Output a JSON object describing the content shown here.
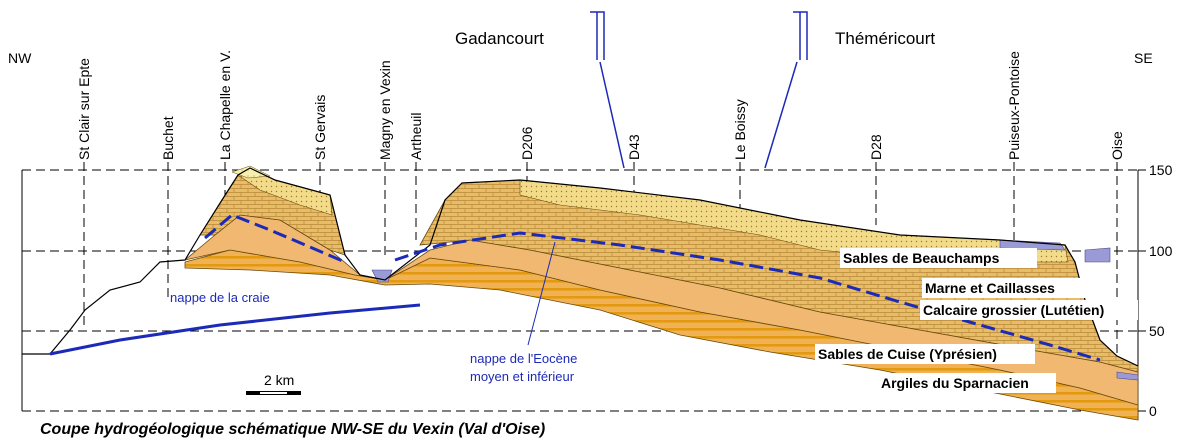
{
  "compass": {
    "nw": "NW",
    "se": "SE"
  },
  "top_labels": {
    "gadancourt": "Gadancourt",
    "themericourt": "Théméricourt"
  },
  "localities": [
    "St Clair sur Epte",
    "Buchet",
    "La Chapelle en V.",
    "St Gervais",
    "Magny en Vexin",
    "Artheuil",
    "D206",
    "D43",
    "Le Boissy",
    "D28",
    "Puiseux-Pontoise",
    "Oise"
  ],
  "elevation_ticks": [
    "150",
    "100",
    "50",
    "0"
  ],
  "layers": {
    "beauchamps": "Sables de Beauchamps",
    "marne": "Marne et Caillasses",
    "calcaire": "Calcaire grossier (Lutétien)",
    "cuise": "Sables de Cuise (Yprésien)",
    "sparnacien": "Argiles du Sparnacien"
  },
  "aquifers": {
    "craie": "nappe de la craie",
    "eocene_line1": "nappe de l'Eocène",
    "eocene_line2": "moyen et inférieur"
  },
  "scale": "2 km",
  "title": "Coupe hydrogéologique schématique NW-SE du Vexin (Val d'Oise)",
  "colors": {
    "sand": "#f0b870",
    "clay_stripe": "#e8a418",
    "limestone": "#e8c070",
    "top_sand": "#f4e490",
    "marl": "#9a9ad6",
    "aquifer_line": "#1c2ab8"
  }
}
